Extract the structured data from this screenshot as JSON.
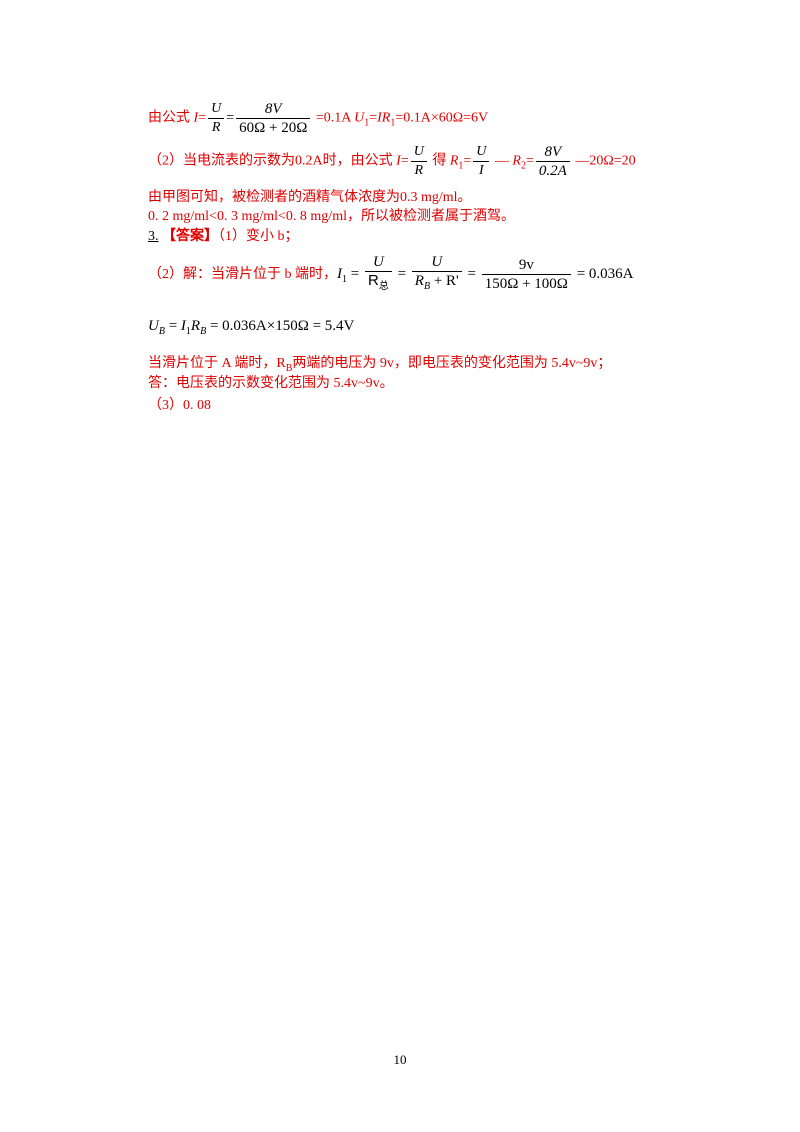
{
  "line1": {
    "prefix": "由公式 ",
    "I": "I",
    "eq": "=",
    "frac1_num": "U",
    "frac1_den": "R",
    "eq2": "=",
    "frac2_num": "8V",
    "frac2_den": "60Ω + 20Ω",
    "result": " =0.1A  ",
    "u1": "U",
    "u1_sub": "1",
    "eq3": "=",
    "ir": "IR",
    "ir_sub": "1",
    "tail": "=0.1A×60Ω=6V"
  },
  "line2": {
    "prefix": "（2）当电流表的示数为0.2A时，由公式 ",
    "I": "I",
    "eq": "=",
    "frac1_num": "U",
    "frac1_den": "R",
    "mid": " 得 ",
    "r1": "R",
    "r1_sub": "1",
    "eq2": "=",
    "frac2_num": "U",
    "frac2_den": "I",
    "dash": " —  ",
    "r2": "R",
    "r2_sub": "2",
    "eq3": "=",
    "frac3_num": "8V",
    "frac3_den": "0.2A",
    "tail": " —20Ω=20"
  },
  "line3": "由甲图可知，被检测者的酒精气体浓度为0.3 mg/ml。",
  "line4": "0. 2  mg/ml<0. 3  mg/ml<0. 8  mg/ml，所以被检测者属于酒驾。",
  "line5": {
    "num": "3.",
    "answer": "【答案】",
    "text": "（1）变小      b；"
  },
  "line6": {
    "prefix": "（2）解：当滑片位于 b 端时，",
    "I1": "I",
    "I1_sub": "1",
    "eq1": " = ",
    "f1_num": "U",
    "f1_den": "R",
    "f1_den_sub": "总",
    "eq2": " = ",
    "f2_num": "U",
    "f2_den": "R",
    "f2_den_sub": "B",
    "f2_den_tail": " + R'",
    "eq3": " = ",
    "f3_num": "9v",
    "f3_den": "150Ω + 100Ω",
    "tail": " = 0.036A"
  },
  "line7": {
    "u": "U",
    "u_sub": "B",
    "eq": " = ",
    "i": "I",
    "i_sub": "1",
    "r": "R",
    "r_sub": "B",
    "tail": " = 0.036A×150Ω = 5.4V"
  },
  "line8": {
    "a": "当滑片位于 A 端时，",
    "r": "R",
    "r_sub": "B",
    "b": "两端的电压为 9v，即电压表的变化范围为 5.4v~9v；"
  },
  "line9": "答：电压表的示数变化范围为 5.4v~9v。",
  "line10": "（3）0. 08",
  "page_number": "10"
}
